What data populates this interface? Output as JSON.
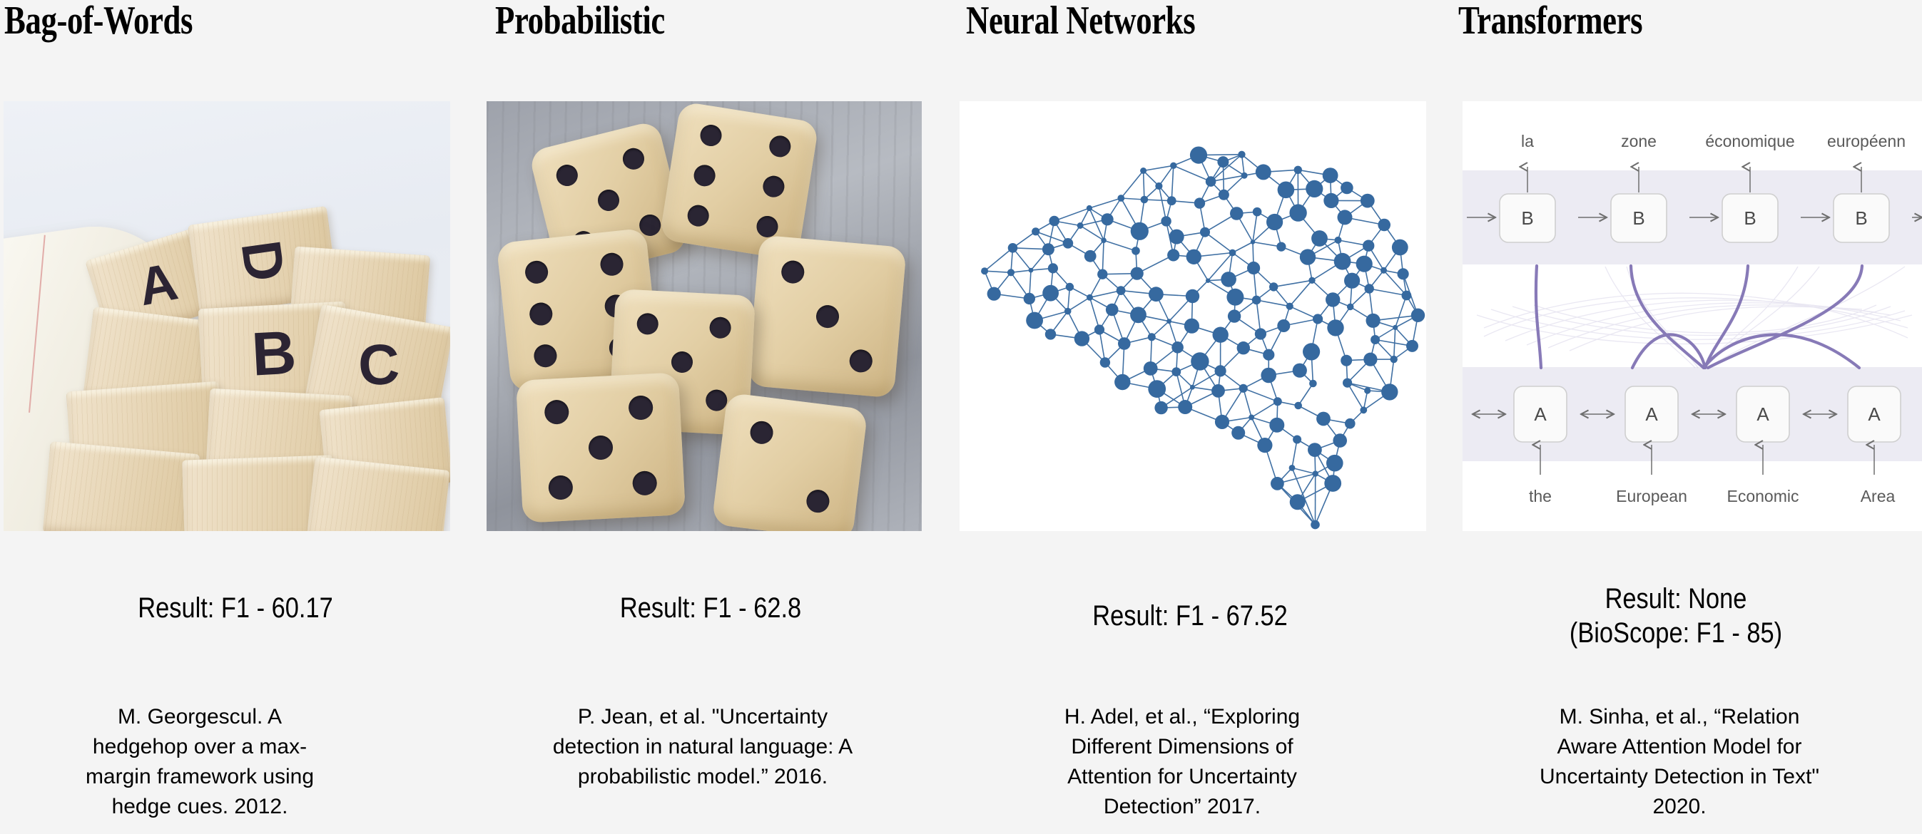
{
  "slide": {
    "background_color": "#f4f4f4",
    "accent_blue": "#36699f",
    "accent_purple": "#7b6cb0"
  },
  "columns": [
    {
      "heading": "Bag-of-Words",
      "image_name": "wooden-letter-blocks-photo",
      "image_alt": "Wooden alphabet blocks spilling out of a cloth bag",
      "result": "Result: F1 - 60.17",
      "result_sub": "",
      "citation": "M. Georgescul. A hedgehop over a max-margin framework using hedge cues. 2012."
    },
    {
      "heading": "Probabilistic",
      "image_name": "wooden-dice-photo",
      "image_alt": "Stack of wooden dice on a grey wooden table",
      "result": "Result: F1 - 62.8",
      "result_sub": "",
      "citation": "P. Jean, et al. \"Uncertainty detection in natural language: A probabilistic model.” 2016."
    },
    {
      "heading": "Neural Networks",
      "image_name": "brain-network-graph",
      "image_alt": "Brain-shaped graph of connected blue nodes",
      "result": "Result: F1 - 67.52",
      "result_sub": "",
      "citation": "H. Adel, et al., “Exploring Different Dimensions of Attention for Uncertainty Detection” 2017."
    },
    {
      "heading": "Transformers",
      "image_name": "attention-translation-diagram",
      "image_alt": "Encoder-decoder attention diagram translating English to French",
      "result": "Result: None",
      "result_sub": "(BioScope: F1 - 85)",
      "citation": "M. Sinha, et al., “Relation Aware Attention Model for Uncertainty Detection in Text\" 2020."
    }
  ],
  "attention_diagram": {
    "output_tokens": [
      "la",
      "zone",
      "économique",
      "européenn"
    ],
    "input_tokens": [
      "the",
      "European",
      "Economic",
      "Area"
    ],
    "decoder_cell_label": "B",
    "encoder_cell_label": "A",
    "band_color": "#ecebf3",
    "cell_fill": "#fafafa",
    "cell_stroke": "#cfcfcf",
    "arrow_color": "#6f6f6f",
    "attention_color": "#7b6cb0"
  }
}
